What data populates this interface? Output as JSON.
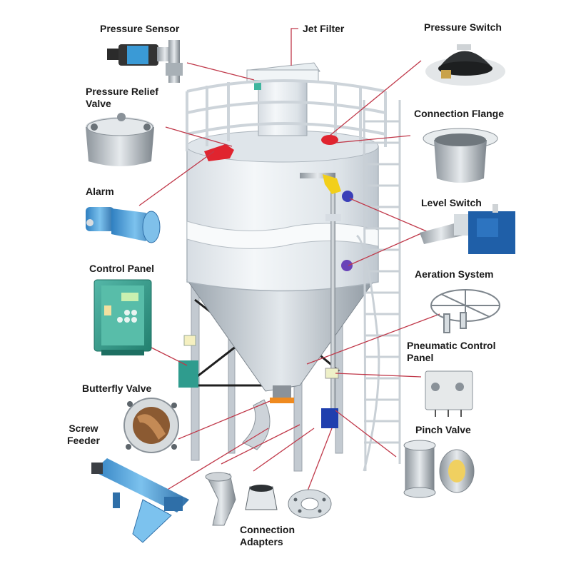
{
  "labels": {
    "pressure_sensor": "Pressure Sensor",
    "jet_filter": "Jet Filter",
    "pressure_switch": "Pressure Switch",
    "pressure_relief_1": "Pressure Relief",
    "pressure_relief_2": "Valve",
    "connection_flange": "Connection Flange",
    "alarm": "Alarm",
    "level_switch": "Level Switch",
    "control_panel": "Control Panel",
    "aeration_system": "Aeration System",
    "pneumatic_control_1": "Pneumatic Control",
    "pneumatic_control_2": "Panel",
    "butterfly_valve": "Butterfly Valve",
    "screw_feeder_1": "Screw",
    "screw_feeder_2": "Feeder",
    "pinch_valve": "Pinch Valve",
    "connection_adapters_1": "Connection",
    "connection_adapters_2": "Adapters"
  },
  "colors": {
    "silo_body": "#e9eef2",
    "silo_shadow": "#c8d0d8",
    "railing": "#cfd6dc",
    "callout_line": "#c0394a",
    "alarm_blue": "#4a9bd6",
    "panel_teal": "#2f9c8e",
    "accent_red": "#e0242f",
    "accent_yellow": "#f2cf1a",
    "level_blue": "#1f5fa8"
  }
}
